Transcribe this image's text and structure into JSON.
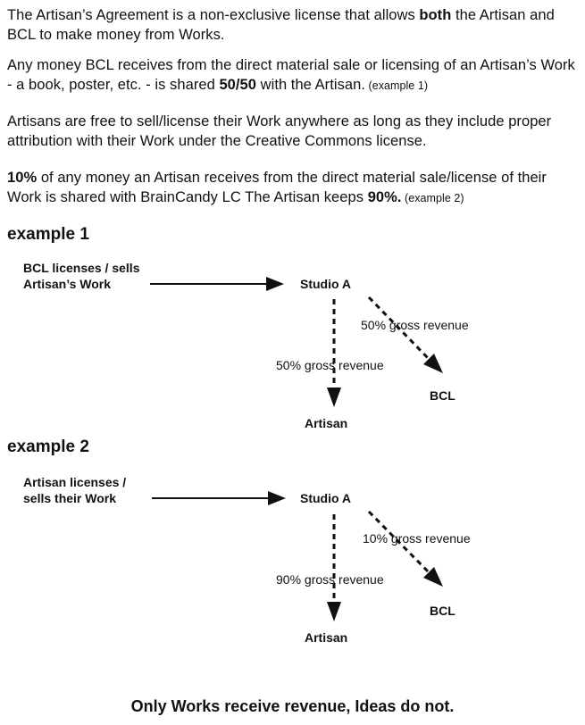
{
  "intro": {
    "p1": {
      "a": "The Artisan’s Agreement is a non-exclusive license that allows ",
      "b": "both",
      "c": " the Artisan and BCL to make money from Works."
    },
    "p2": {
      "a": "Any money BCL receives from the direct material sale or licensing of an Artisan’s Work - a book, poster, etc. - is shared ",
      "b": "50/50",
      "c": " with the Artisan.",
      "note": " (example 1)"
    },
    "p3": {
      "text": "Artisans are free to sell/license their Work anywhere as long as they include proper attribution with their Work under the Creative Commons license."
    },
    "p4": {
      "a": "10%",
      "b": " of any money an Artisan receives from the direct material sale/license of their Work is shared with BrainCandy LC The Artisan keeps ",
      "c": "90%.",
      "note": " (example 2)"
    }
  },
  "example1": {
    "heading": "example 1",
    "source_line1": "BCL licenses / sells",
    "source_line2": "Artisan’s Work",
    "hub": "Studio A",
    "down_label": "50% gross revenue",
    "diag_label": "50% gross revenue",
    "bottom_node": "Artisan",
    "right_node": "BCL"
  },
  "example2": {
    "heading": "example 2",
    "source_line1": "Artisan licenses /",
    "source_line2": "sells their Work",
    "hub": "Studio A",
    "down_label": "90% gross revenue",
    "diag_label": "10% gross revenue",
    "bottom_node": "Artisan",
    "right_node": "BCL"
  },
  "footer": {
    "text": "Only Works receive revenue, Ideas do not."
  }
}
